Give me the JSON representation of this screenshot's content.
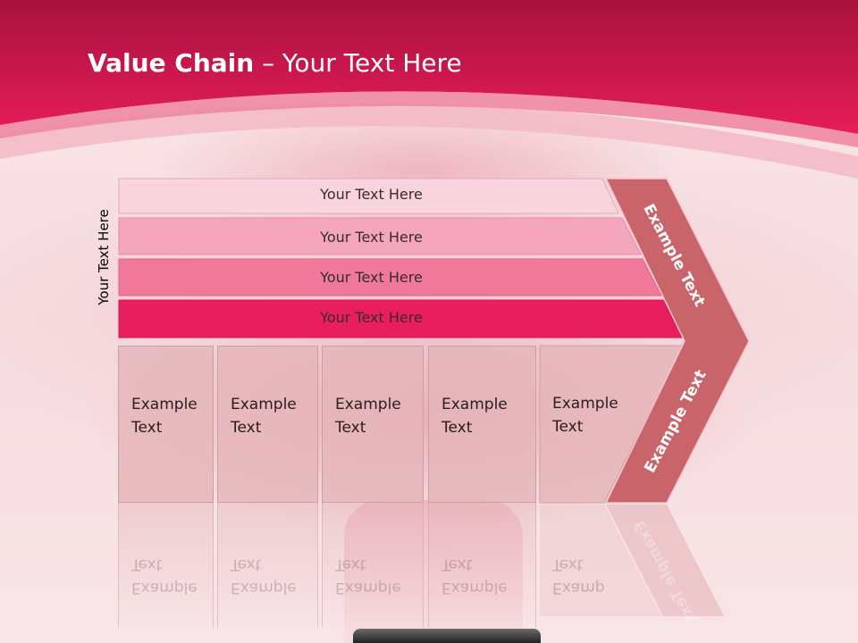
{
  "title": {
    "bold": "Value Chain",
    "rest": " – Your Text Here"
  },
  "side_label": "Your Text Here",
  "bars": [
    {
      "label": "Your Text Here"
    },
    {
      "label": "Your Text Here"
    },
    {
      "label": "Your Text Here"
    },
    {
      "label": "Your Text Here"
    }
  ],
  "boxes": [
    {
      "line1": "Example",
      "line2": "Text"
    },
    {
      "line1": "Example",
      "line2": "Text"
    },
    {
      "line1": "Example",
      "line2": "Text"
    },
    {
      "line1": "Example",
      "line2": "Text"
    },
    {
      "line1": "Example",
      "line2": "Text"
    }
  ],
  "arrow": {
    "top_label": "Example Text",
    "bottom_label": "Example Text"
  },
  "colors": {
    "header": "#d8164f",
    "bar1": "#f9d3dd",
    "bar2": "#f4a6bd",
    "bar3": "#f0789b",
    "bar4": "#e91e5e",
    "arrow": "#c9646a"
  }
}
